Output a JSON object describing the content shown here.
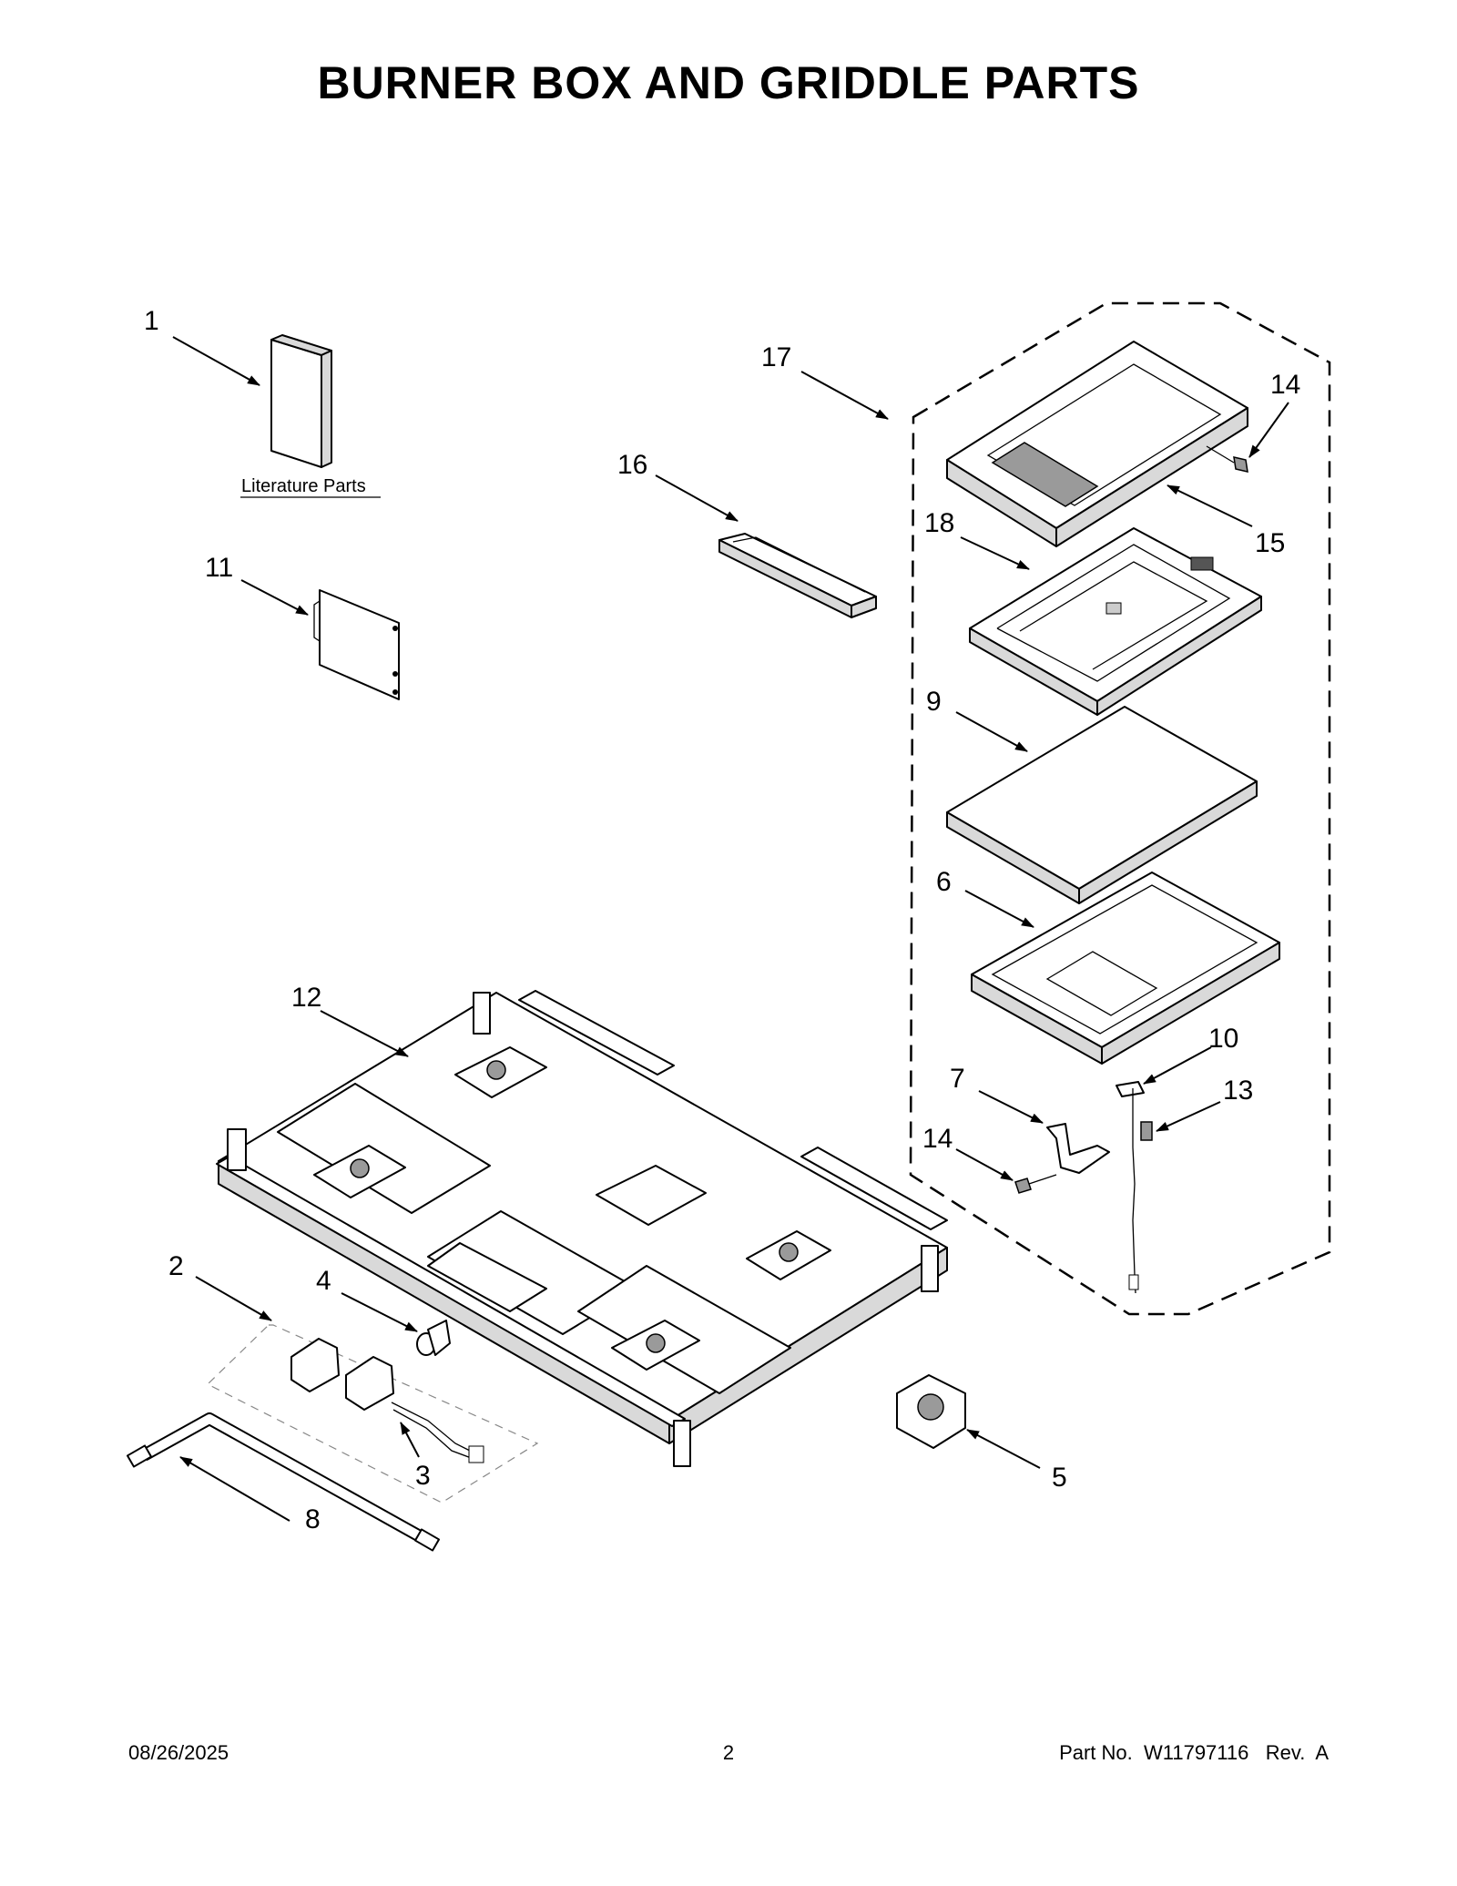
{
  "title": "BURNER BOX AND GRIDDLE PARTS",
  "literature_label": "Literature Parts",
  "callouts": {
    "c1": "1",
    "c2": "2",
    "c3": "3",
    "c4": "4",
    "c5": "5",
    "c6": "6",
    "c7": "7",
    "c8": "8",
    "c9": "9",
    "c10": "10",
    "c11": "11",
    "c12": "12",
    "c13": "13",
    "c14a": "14",
    "c14b": "14",
    "c15": "15",
    "c16": "16",
    "c17": "17",
    "c18": "18"
  },
  "footer": {
    "date": "08/26/2025",
    "page": "2",
    "part": "Part No.  W11797116   Rev.  A"
  }
}
